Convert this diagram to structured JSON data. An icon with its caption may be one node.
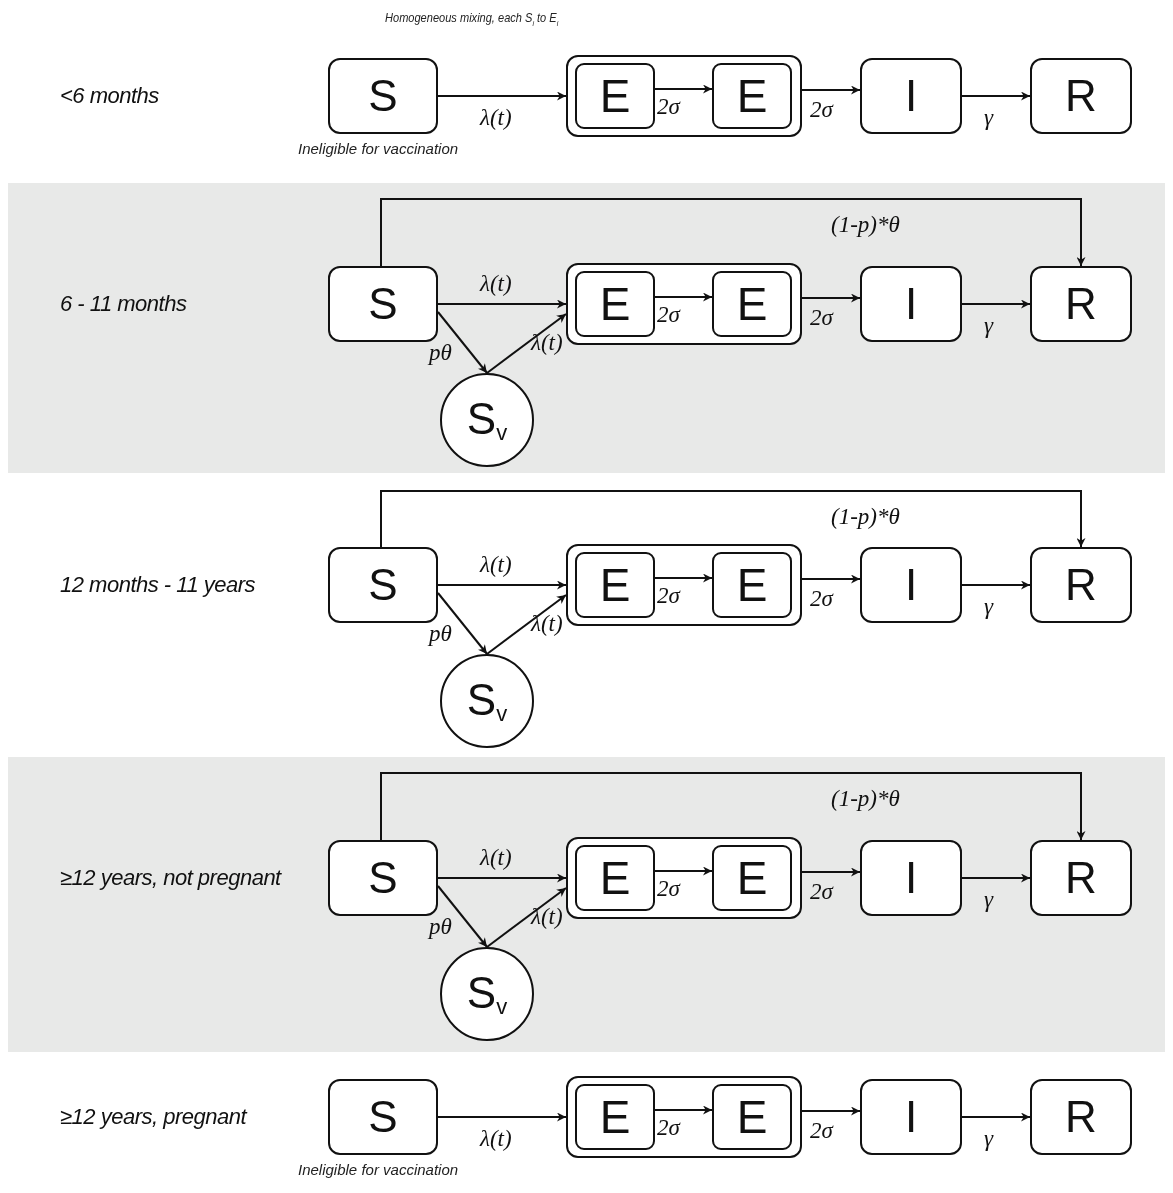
{
  "diagram": {
    "title": "Homogeneous mixing, each S$_{i}$ to E$_{i}$",
    "nodes": [
      {
        "text": [
          "<6 months"
        ]
      },
      {
        "text": [
          "S"
        ],
        "in": 0,
        "beside": [
          "Ineligible for vaccination"
        ]
      },
      {
        "text": [],
        "shape": "box",
        "in": 0
      },
      {
        "text": [
          "E"
        ],
        "in": 2
      },
      {
        "text": [
          "E"
        ],
        "in": 2
      },
      {
        "text": [
          "I"
        ],
        "in": 0
      },
      {
        "text": [
          "R"
        ],
        "in": 0
      },
      {
        "text": [
          "6 - 11 months"
        ]
      },
      {
        "text": [
          "S"
        ],
        "in": 7
      },
      {
        "text": [],
        "shape": "box",
        "in": 7
      },
      {
        "text": [
          "E"
        ],
        "in": 9
      },
      {
        "text": [
          "E"
        ],
        "in": 9
      },
      {
        "text": [
          "I"
        ],
        "in": 7
      },
      {
        "text": [
          "R"
        ],
        "in": 7
      },
      {
        "text": [
          "S$_{v}$"
        ],
        "in": 7
      },
      {
        "text": [
          "12 months - 11 years"
        ]
      },
      {
        "text": [
          "S"
        ],
        "in": 15
      },
      {
        "text": [],
        "shape": "box",
        "in": 15
      },
      {
        "text": [
          "E"
        ],
        "in": 17
      },
      {
        "text": [
          "E"
        ],
        "in": 17
      },
      {
        "text": [
          "I"
        ],
        "in": 15
      },
      {
        "text": [
          "R"
        ],
        "in": 15
      },
      {
        "text": [
          "S$_{v}$"
        ],
        "in": 15
      },
      {
        "text": [
          "≥12 years, not pregnant"
        ]
      },
      {
        "text": [
          "S"
        ],
        "in": 23
      },
      {
        "text": [],
        "shape": "box",
        "in": 23
      },
      {
        "text": [
          "E"
        ],
        "in": 25
      },
      {
        "text": [
          "E"
        ],
        "in": 25
      },
      {
        "text": [
          "I"
        ],
        "in": 23
      },
      {
        "text": [
          "R"
        ],
        "in": 23
      },
      {
        "text": [
          "S$_{v}$"
        ],
        "in": 23
      },
      {
        "text": [
          "≥12 years, pregnant"
        ]
      },
      {
        "text": [
          "S"
        ],
        "in": 31,
        "beside": [
          "Ineligible for vaccination"
        ]
      },
      {
        "text": [],
        "shape": "box",
        "in": 31
      },
      {
        "text": [
          "E"
        ],
        "in": 33
      },
      {
        "text": [
          "E"
        ],
        "in": 33
      },
      {
        "text": [
          "I"
        ],
        "in": 31
      },
      {
        "text": [
          "R"
        ],
        "in": 31
      }
    ],
    "edges": [
      {
        "from": 1,
        "to": 2,
        "arrow": "to",
        "label": "λ(t)"
      },
      {
        "from": 3,
        "to": 4,
        "arrow": "to",
        "label": "2σ"
      },
      {
        "from": 2,
        "to": 5,
        "arrow": "to",
        "label": "2σ"
      },
      {
        "from": 5,
        "to": 6,
        "arrow": "to",
        "label": "γ"
      },
      {
        "from": 8,
        "to": 13,
        "arrow": "to",
        "label": "(1-p)*θ"
      },
      {
        "from": 8,
        "to": 9,
        "arrow": "to",
        "label": "λ(t)"
      },
      {
        "from": 8,
        "to": 14,
        "arrow": "to",
        "label": "pθ"
      },
      {
        "from": 14,
        "to": 9,
        "arrow": "to",
        "label": "λ(t)"
      },
      {
        "from": 10,
        "to": 11,
        "arrow": "to",
        "label": "2σ"
      },
      {
        "from": 9,
        "to": 12,
        "arrow": "to",
        "label": "2σ"
      },
      {
        "from": 12,
        "to": 13,
        "arrow": "to",
        "label": "γ"
      },
      {
        "from": 16,
        "to": 21,
        "arrow": "to",
        "label": "(1-p)*θ"
      },
      {
        "from": 16,
        "to": 17,
        "arrow": "to",
        "label": "λ(t)"
      },
      {
        "from": 16,
        "to": 22,
        "arrow": "to",
        "label": "pθ"
      },
      {
        "from": 22,
        "to": 17,
        "arrow": "to",
        "label": "λ(t)"
      },
      {
        "from": 18,
        "to": 19,
        "arrow": "to",
        "label": "2σ"
      },
      {
        "from": 17,
        "to": 20,
        "arrow": "to",
        "label": "2σ"
      },
      {
        "from": 20,
        "to": 21,
        "arrow": "to",
        "label": "γ"
      },
      {
        "from": 24,
        "to": 29,
        "arrow": "to",
        "label": "(1-p)*θ"
      },
      {
        "from": 24,
        "to": 25,
        "arrow": "to",
        "label": "λ(t)"
      },
      {
        "from": 24,
        "to": 30,
        "arrow": "to",
        "label": "pθ"
      },
      {
        "from": 30,
        "to": 25,
        "arrow": "to",
        "label": "λ(t)"
      },
      {
        "from": 26,
        "to": 27,
        "arrow": "to",
        "label": "2σ"
      },
      {
        "from": 25,
        "to": 28,
        "arrow": "to",
        "label": "2σ"
      },
      {
        "from": 28,
        "to": 29,
        "arrow": "to",
        "label": "γ"
      },
      {
        "from": 32,
        "to": 33,
        "arrow": "to",
        "label": "λ(t)"
      },
      {
        "from": 34,
        "to": 35,
        "arrow": "to",
        "label": "2σ"
      },
      {
        "from": 33,
        "to": 36,
        "arrow": "to",
        "label": "2σ"
      },
      {
        "from": 36,
        "to": 37,
        "arrow": "to",
        "label": "γ"
      }
    ]
  }
}
